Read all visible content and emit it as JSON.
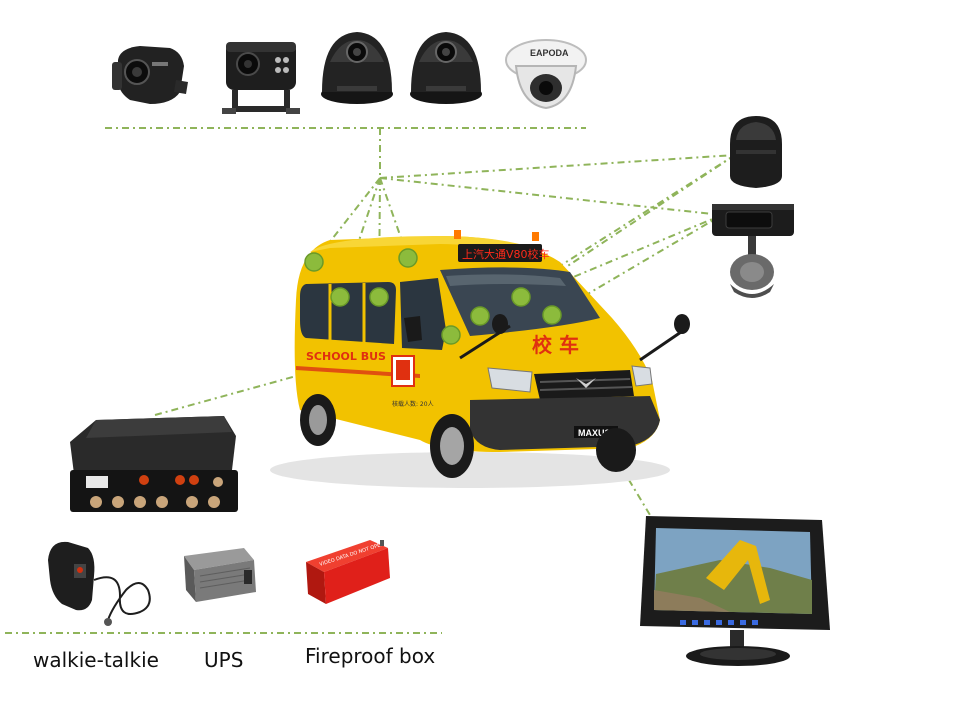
{
  "colors": {
    "connector": "#8fb45a",
    "node_fill": "#8cbb3c",
    "bus_yellow": "#f2c200",
    "device_black": "#1c1c1c",
    "fireproof_red": "#e0201a"
  },
  "bus": {
    "side_text": "SCHOOL BUS",
    "sign_text": "上汽大通V80校车",
    "front_text": "校 车",
    "brand": "MAXUS",
    "capacity_text": "核载人数: 20人"
  },
  "devices": {
    "dome_camera_brand": "EAPODA",
    "fireproof_box_text": "VIDEO DATA DO NOT OPEN"
  },
  "labels": {
    "walkie_talkie": "walkie-talkie",
    "ups": "UPS",
    "fireproof_box": "Fireproof box"
  },
  "icons": [
    "side-camera-icon",
    "bracket-camera-icon",
    "dome-camera-icon",
    "ptz-camera-icon",
    "monitor-icon",
    "mdvr-icon",
    "microphone-icon",
    "ups-icon",
    "fireproof-box-icon"
  ]
}
